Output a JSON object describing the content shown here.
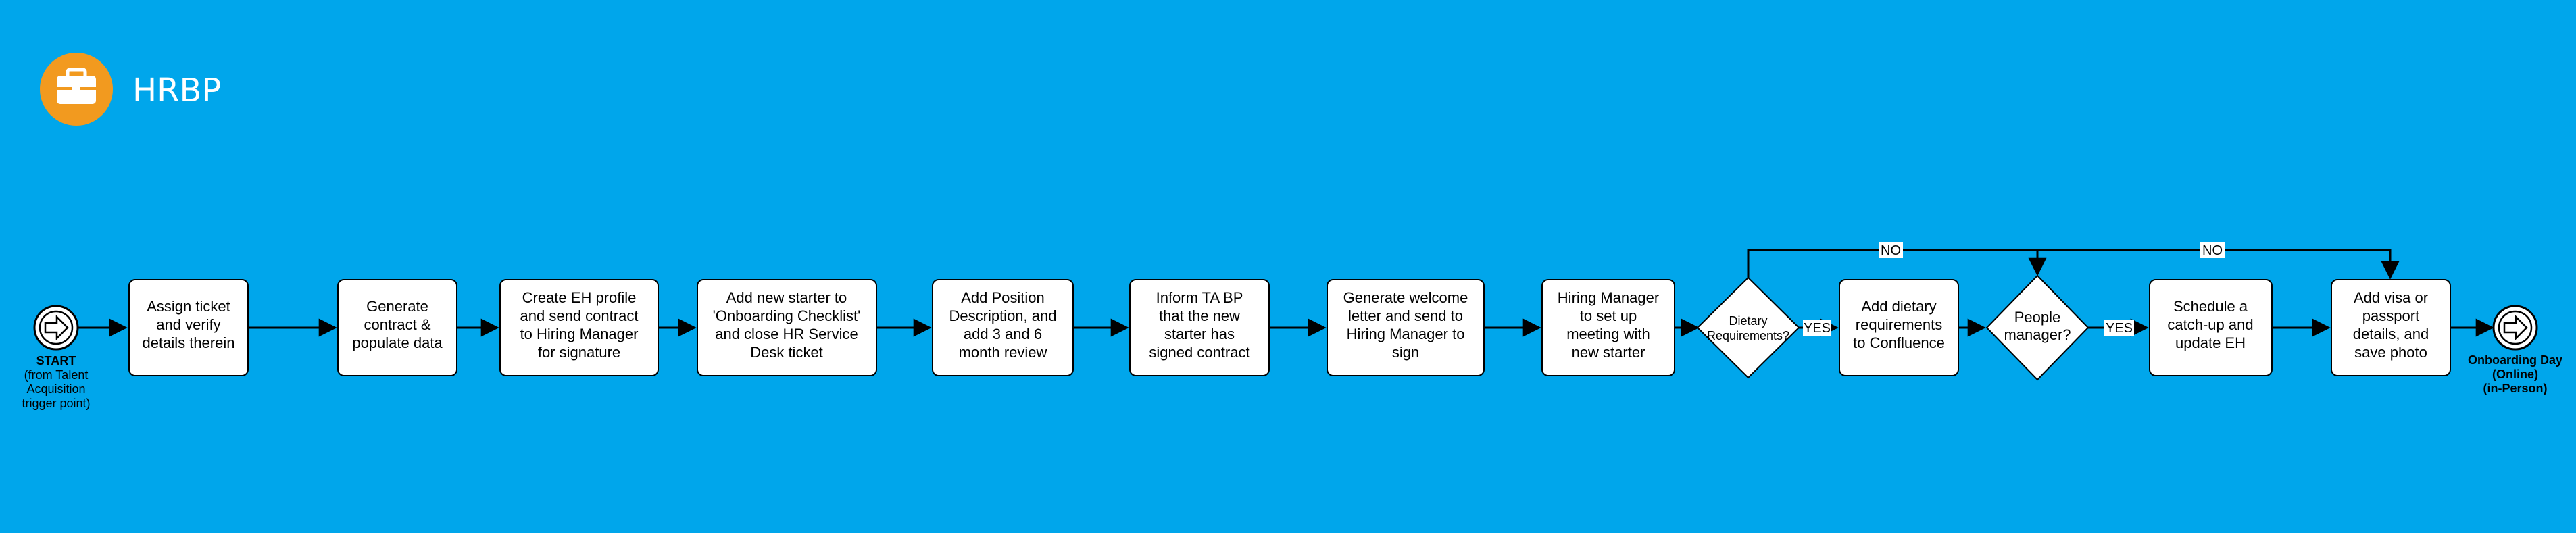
{
  "lane": {
    "title": "HRBP",
    "icon": "briefcase-icon",
    "icon_bg": "#F29A1F"
  },
  "colors": {
    "background": "#00A6EB",
    "node_fill": "#FFFFFF",
    "stroke": "#000000"
  },
  "start_event": {
    "label_lines": [
      "START",
      "(from Talent",
      "Acquisition",
      "trigger point)"
    ]
  },
  "end_event": {
    "label_lines": [
      "Onboarding Day",
      "(Online)",
      "(in-Person)"
    ]
  },
  "tasks": [
    {
      "id": "assign-ticket",
      "lines": [
        "Assign ticket",
        "and verify",
        "details therein"
      ]
    },
    {
      "id": "generate-contract",
      "lines": [
        "Generate",
        "contract &",
        "populate data"
      ]
    },
    {
      "id": "create-eh-profile",
      "lines": [
        "Create EH profile",
        "and send contract",
        "to Hiring Manager",
        "for signature"
      ]
    },
    {
      "id": "add-new-starter",
      "lines": [
        "Add new starter to",
        "'Onboarding Checklist'",
        "and close HR Service",
        "Desk ticket"
      ]
    },
    {
      "id": "add-position-description",
      "lines": [
        "Add Position",
        "Description, and",
        "add 3 and 6",
        "month review"
      ]
    },
    {
      "id": "inform-ta-bp",
      "lines": [
        "Inform TA BP",
        "that the new",
        "starter has",
        "signed contract"
      ]
    },
    {
      "id": "generate-welcome-letter",
      "lines": [
        "Generate welcome",
        "letter and send to",
        "Hiring Manager to",
        "sign"
      ]
    },
    {
      "id": "hiring-manager-meeting",
      "lines": [
        "Hiring Manager",
        "to set up",
        "meeting with",
        "new starter"
      ]
    },
    {
      "id": "add-dietary-requirements",
      "lines": [
        "Add dietary",
        "requirements",
        "to Confluence"
      ]
    },
    {
      "id": "schedule-catch-up",
      "lines": [
        "Schedule a",
        "catch-up and",
        "update EH"
      ]
    },
    {
      "id": "add-visa-details",
      "lines": [
        "Add visa or",
        "passport",
        "details, and",
        "save photo"
      ]
    }
  ],
  "gateways": [
    {
      "id": "dietary-requirements",
      "lines": [
        "Dietary",
        "Requirements?"
      ]
    },
    {
      "id": "people-manager",
      "lines": [
        "People",
        "manager?"
      ]
    }
  ],
  "edge_labels": {
    "dietary_yes": "YES",
    "dietary_no": "NO",
    "manager_yes": "YES",
    "manager_no": "NO"
  }
}
